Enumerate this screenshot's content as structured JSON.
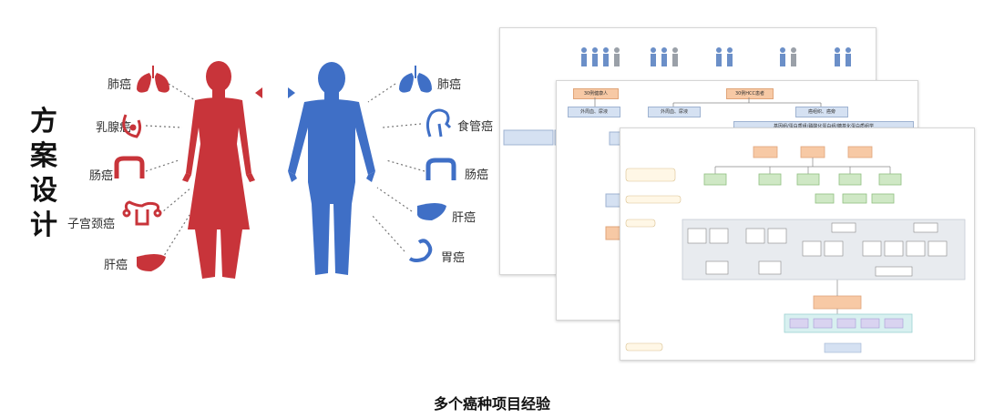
{
  "title_chars": [
    "方",
    "案",
    "设",
    "计"
  ],
  "female_labels": {
    "lung": "肺癌",
    "breast": "乳腺癌",
    "colon": "肠癌",
    "cervical": "子宫颈癌",
    "liver": "肝癌"
  },
  "male_labels": {
    "lung": "肺癌",
    "esophagus": "食管癌",
    "colon": "肠癌",
    "liver": "肝癌",
    "stomach": "胃癌"
  },
  "colors": {
    "female": "#c8343a",
    "male": "#3f6fc6",
    "flow_orange": "#f7c9a5",
    "flow_green": "#cfe8c5",
    "flow_blue": "#d5e1f2",
    "flow_purple": "#d9d3f0"
  },
  "slide_b": {
    "box_healthy": "30例健康人",
    "box_patients": "30例HCC患者",
    "box_blood1": "外周血、尿液",
    "box_blood2": "外周血、尿液",
    "box_tissue": "癌组织、癌旁",
    "box_omics": "基因组/蛋白质组/磷酸化蛋白组/糖基化蛋白质组学"
  },
  "caption": "多个癌种项目经验"
}
